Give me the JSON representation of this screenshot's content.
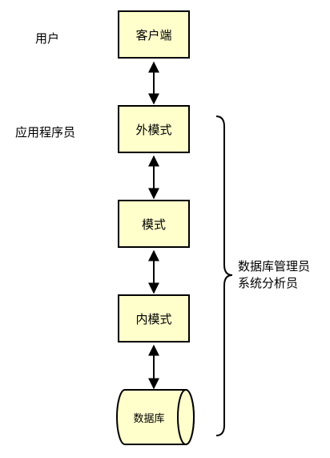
{
  "roles": {
    "user": "用户",
    "programmer": "应用程序员",
    "admin_line1": "数据库管理员",
    "admin_line2": "系统分析员"
  },
  "boxes": {
    "client": "客户端",
    "external_schema": "外模式",
    "schema": "模式",
    "internal_schema": "内模式"
  },
  "database": "数据库"
}
